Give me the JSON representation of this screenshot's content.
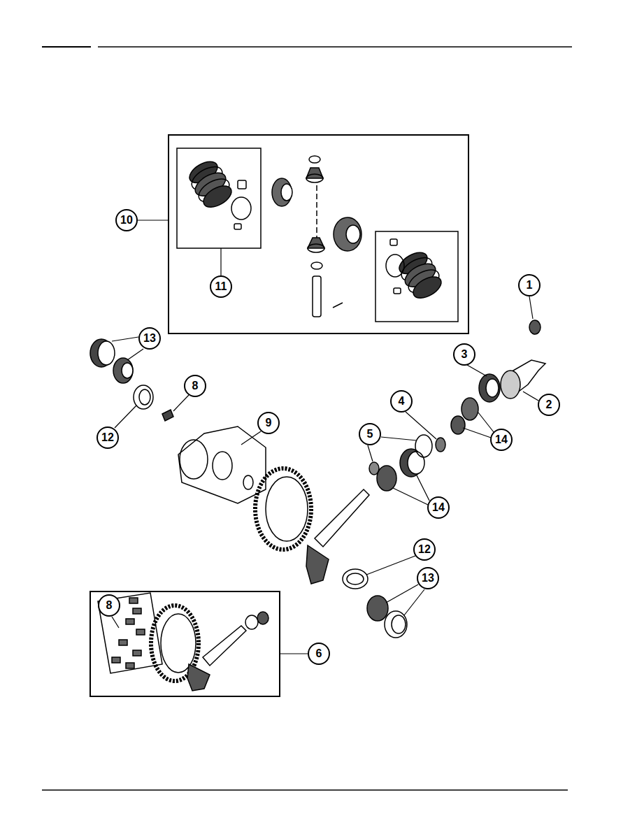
{
  "diagram": {
    "labels": [
      "10",
      "11",
      "1",
      "13",
      "3",
      "8",
      "9",
      "2",
      "4",
      "14",
      "5",
      "12",
      "14",
      "12",
      "13",
      "8",
      "6"
    ]
  }
}
